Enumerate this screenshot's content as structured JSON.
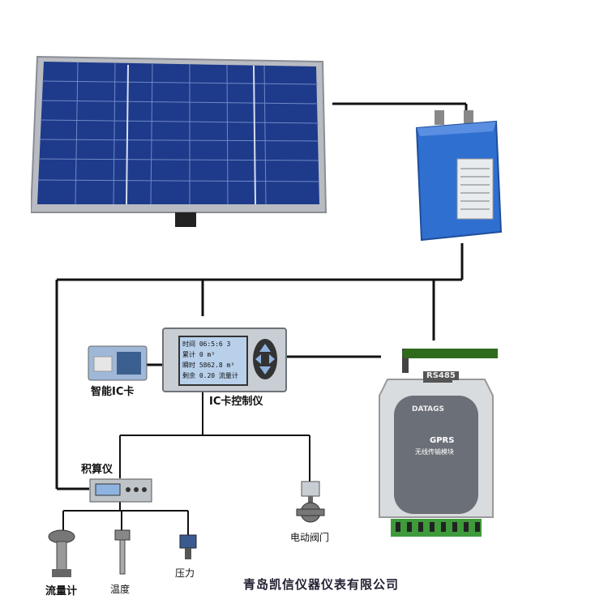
{
  "labels": {
    "ic_card": "智能IC卡",
    "controller": "IC卡控制仪",
    "integrator": "积算仪",
    "flowmeter": "流量计",
    "temperature": "温度",
    "pressure": "压力",
    "valve": "电动阀门"
  },
  "company": "青岛凯信仪器仪表有限公司",
  "controller_screen": [
    "时间 06:5:6 3",
    "累计 0 m³",
    "瞬时 5862.8 m³",
    "剩余 0.20 流量计"
  ],
  "gprs_module": {
    "port": "RS485",
    "brand": "DATAGS",
    "title": "GPRS",
    "subtitle": "无线传输模块"
  },
  "colors": {
    "wire": "#111111",
    "panel_frame": "#b8bcc2",
    "panel_cell": "#1e3a8a",
    "battery": "#2f6fd0",
    "module_body": "#d9dcdf",
    "module_panel": "#6b7078"
  }
}
